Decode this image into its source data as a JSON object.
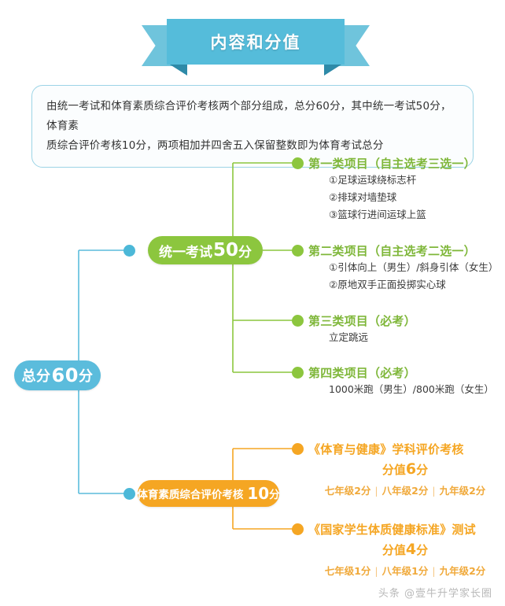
{
  "banner": {
    "title": "内容和分值",
    "color": "#55BCDA"
  },
  "description": {
    "line1": "由统一考试和体育素质综合评价考核两个部分组成，总分60分，其中统一考试50分，体育素",
    "line2": "质综合评价考核10分，两项相加并四舍五入保留整数即为体育考试总分"
  },
  "nodes": {
    "total": {
      "label": "总分",
      "value": "60",
      "unit": "分",
      "color": "#5BBCDC"
    },
    "unified": {
      "label": "统一考试",
      "value": "50",
      "unit": "分",
      "color": "#8CC63E"
    },
    "quality": {
      "label": "体育素质综合评价考核",
      "value": "10",
      "unit": "分",
      "color": "#F5A623"
    }
  },
  "unified_branches": [
    {
      "title": "第一类项目（自主选考三选一）",
      "items": [
        "①足球运球绕标志杆",
        "②排球对墙垫球",
        "③篮球行进间运球上篮"
      ]
    },
    {
      "title": "第二类项目（自主选考二选一）",
      "items": [
        "①引体向上（男生）/斜身引体（女生）",
        "②原地双手正面投掷实心球"
      ]
    },
    {
      "title": "第三类项目（必考）",
      "items": [
        "立定跳远"
      ]
    },
    {
      "title": "第四类项目（必考）",
      "items": [
        "1000米跑（男生）/800米跑（女生）"
      ]
    }
  ],
  "quality_branches": [
    {
      "title": "《体育与健康》学科评价考核",
      "score_label": "分值",
      "score_value": "6",
      "score_unit": "分",
      "grades": [
        "七年级2分",
        "八年级2分",
        "九年级2分"
      ]
    },
    {
      "title": "《国家学生体质健康标准》测试",
      "score_label": "分值",
      "score_value": "4",
      "score_unit": "分",
      "grades": [
        "七年级1分",
        "八年级1分",
        "九年级2分"
      ]
    }
  ],
  "watermark": "头条 @壹牛升学家长圈"
}
